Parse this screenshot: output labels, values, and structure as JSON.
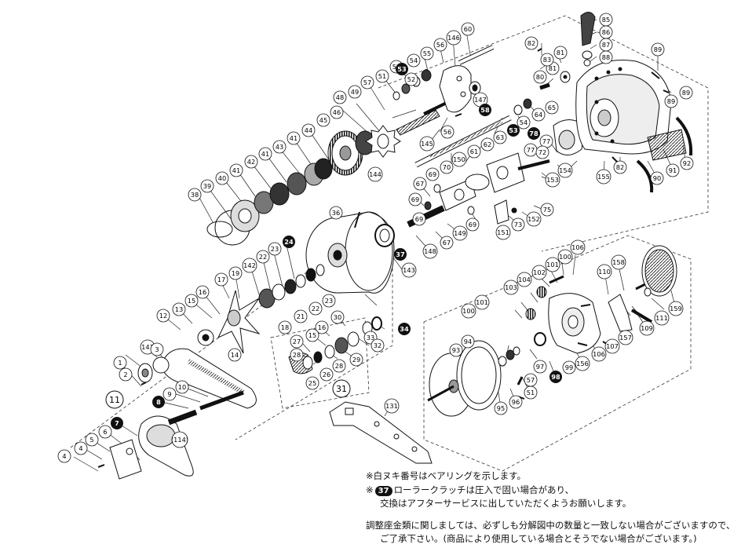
{
  "labels": {
    "n1": "1",
    "n2": "2",
    "n3": "3",
    "n4": "4",
    "n5": "5",
    "n6": "6",
    "n7": "7",
    "n8": "8",
    "n9": "9",
    "n10": "10",
    "n11": "11",
    "n12": "12",
    "n13": "13",
    "n14": "14",
    "n15": "15",
    "n16": "16",
    "n17": "17",
    "n18": "18",
    "n19": "19",
    "n21": "21",
    "n22": "22",
    "n23": "23",
    "n24": "24",
    "n25": "25",
    "n26": "26",
    "n27": "27",
    "n28": "28",
    "n29": "29",
    "n30": "30",
    "n31": "31",
    "n32": "32",
    "n33": "33",
    "n34": "34",
    "n36": "36",
    "n37": "37",
    "n38": "38",
    "n39": "39",
    "n40": "40",
    "n41": "41",
    "n42": "42",
    "n43": "43",
    "n44": "44",
    "n45": "45",
    "n46": "46",
    "n48": "48",
    "n49": "49",
    "n51": "51",
    "n52": "52",
    "n53": "53",
    "n54": "54",
    "n55": "55",
    "n56": "56",
    "n57": "57",
    "n58": "58",
    "n60": "60",
    "n61": "61",
    "n62": "62",
    "n63": "63",
    "n64": "64",
    "n65": "65",
    "n67": "67",
    "n69": "69",
    "n70": "70",
    "n72": "72",
    "n73": "73",
    "n75": "75",
    "n77": "77",
    "n78": "78",
    "n80": "80",
    "n81": "81",
    "n82": "82",
    "n83": "83",
    "n85": "85",
    "n86": "86",
    "n87": "87",
    "n88": "88",
    "n89": "89",
    "n90": "90",
    "n91": "91",
    "n92": "92",
    "n93": "93",
    "n94": "94",
    "n95": "95",
    "n96": "96",
    "n97": "97",
    "n98": "98",
    "n99": "99",
    "n100": "100",
    "n101": "101",
    "n102": "102",
    "n103": "103",
    "n104": "104",
    "n106": "106",
    "n107": "107",
    "n109": "109",
    "n110": "110",
    "n111": "111",
    "n114": "(114)",
    "n131": "131",
    "n141": "141",
    "n142": "142",
    "n143": "143",
    "n144": "144",
    "n145": "145",
    "n146": "146",
    "n147": "147",
    "n148": "148",
    "n149": "149",
    "n150": "150",
    "n151": "151",
    "n152": "152",
    "n153": "153",
    "n154": "154",
    "n155": "155",
    "n156": "156",
    "n157": "157",
    "n158": "158",
    "n159": "159"
  },
  "notes": {
    "line1": "※白ヌキ番号はベアリングを示します。",
    "line2_prefix": "※",
    "line2_badge": "37",
    "line2_text": "ローラークラッチは圧入で固い場合があり、",
    "line3": "交換はアフターサービスに出していただくようお願いします。",
    "line4": "調整座金類に関しましては、必ずしも分解図中の数量と一致しない場合がございますので、",
    "line5": "ご了承下さい。(商品により使用している場合とそうでない場合がございます。)"
  },
  "colors": {
    "ink": "#111111",
    "bearing_fill": "#111111",
    "paper": "#ffffff"
  }
}
